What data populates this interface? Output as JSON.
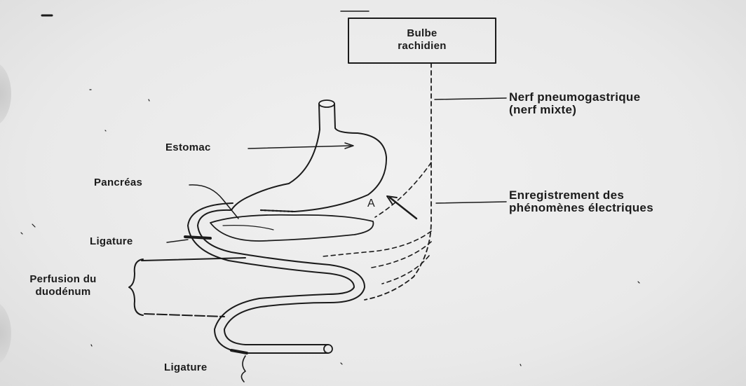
{
  "diagram": {
    "labels": {
      "bulbe": [
        "Bulbe",
        "rachidien"
      ],
      "nerf": [
        "Nerf pneumogastrique",
        "(nerf mixte)"
      ],
      "estomac": "Estomac",
      "pancreas": "Pancréas",
      "enregistrement": [
        "Enregistrement des",
        "phénomènes électriques"
      ],
      "ligature_top": "Ligature",
      "perfusion": [
        "Perfusion du",
        "duodénum"
      ],
      "ligature_bottom": "Ligature",
      "marker": "A"
    },
    "colors": {
      "ink": "#1b1b1b",
      "paper": "#ebebeb"
    }
  }
}
